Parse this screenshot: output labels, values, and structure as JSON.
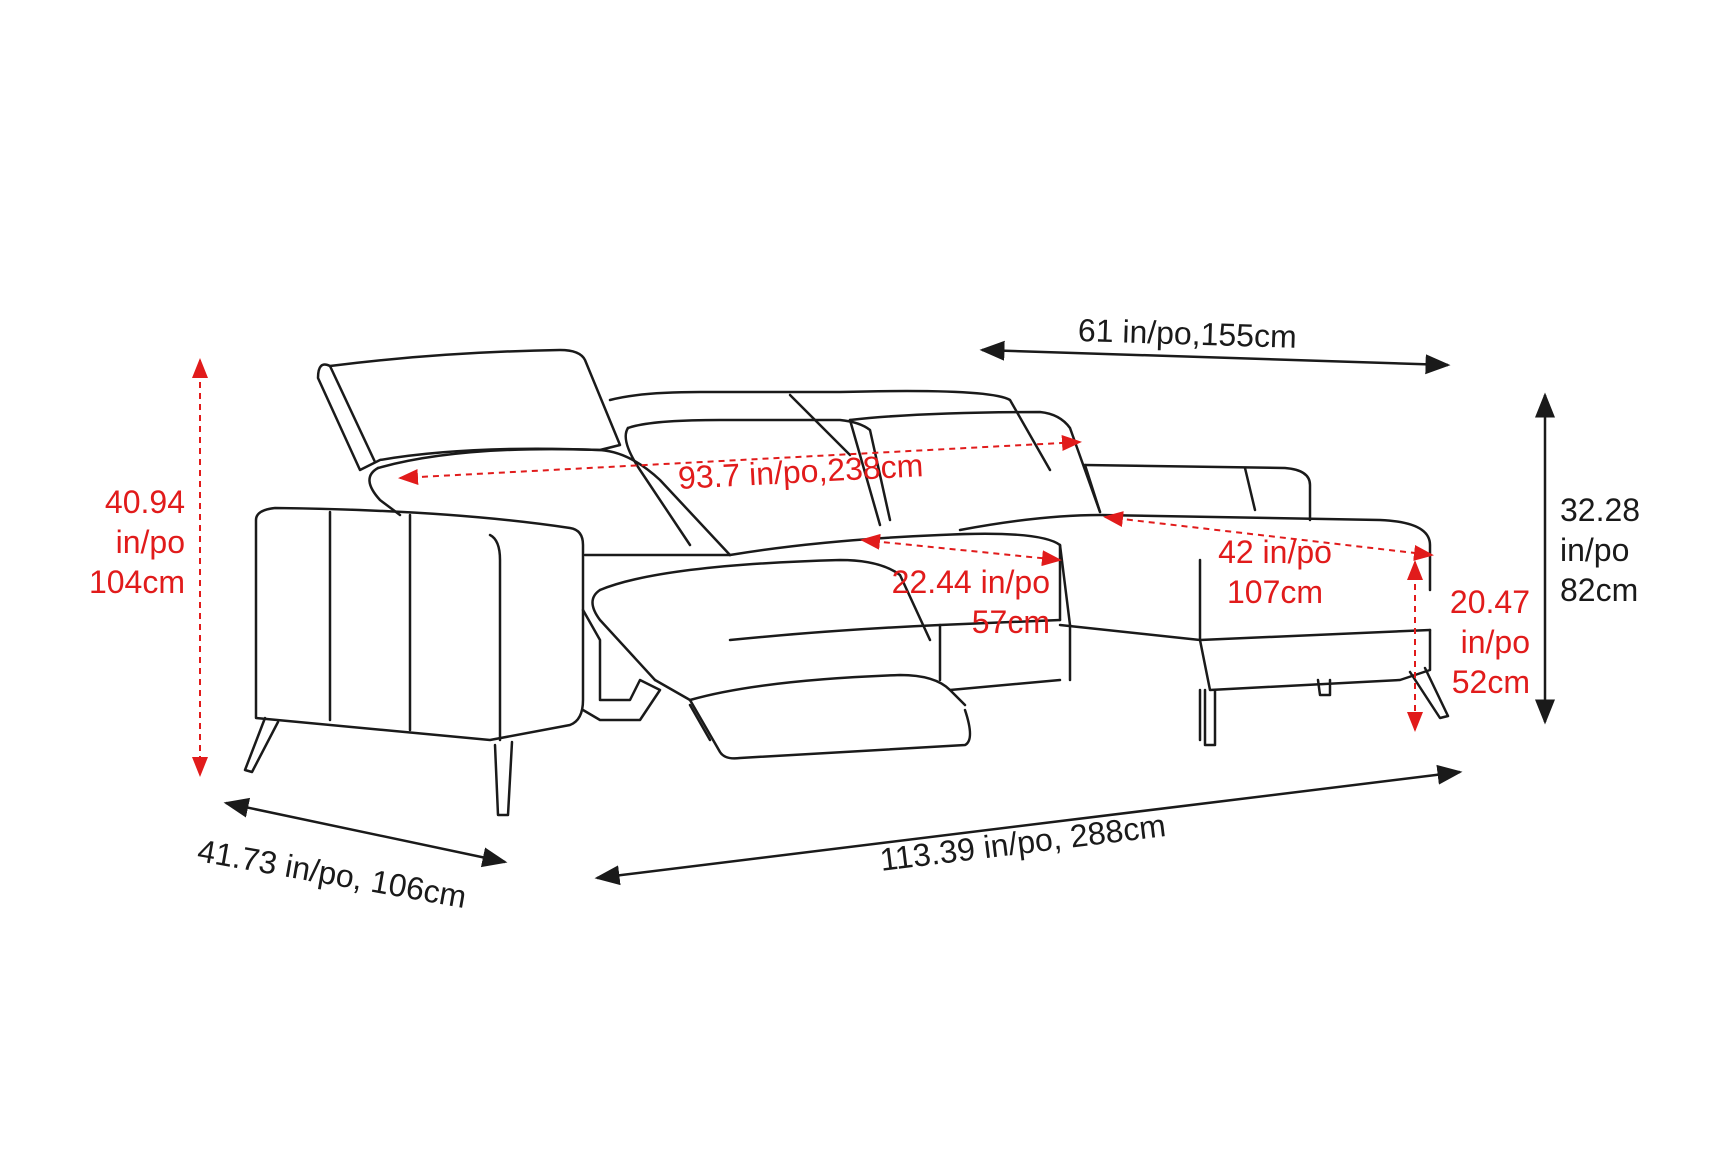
{
  "colors": {
    "line": "#1a1a1a",
    "dimension_black": "#1a1a1a",
    "dimension_red": "#e11b1b",
    "background": "#ffffff"
  },
  "dimensions": {
    "overall_height": {
      "line1": "40.94",
      "line2": "in/po",
      "line3": "104cm"
    },
    "chaise_length": "61 in/po,155cm",
    "seat_width": "93.7 in/po,238cm",
    "seat_depth": {
      "line1": "22.44 in/po",
      "line2": "57cm"
    },
    "chaise_seat_length": {
      "line1": "42 in/po",
      "line2": "107cm"
    },
    "back_height": {
      "line1": "32.28",
      "line2": "in/po",
      "line3": "82cm"
    },
    "seat_height": {
      "line1": "20.47",
      "line2": "in/po",
      "line3": "52cm"
    },
    "depth": "41.73 in/po, 106cm",
    "total_width": "113.39 in/po, 288cm"
  }
}
